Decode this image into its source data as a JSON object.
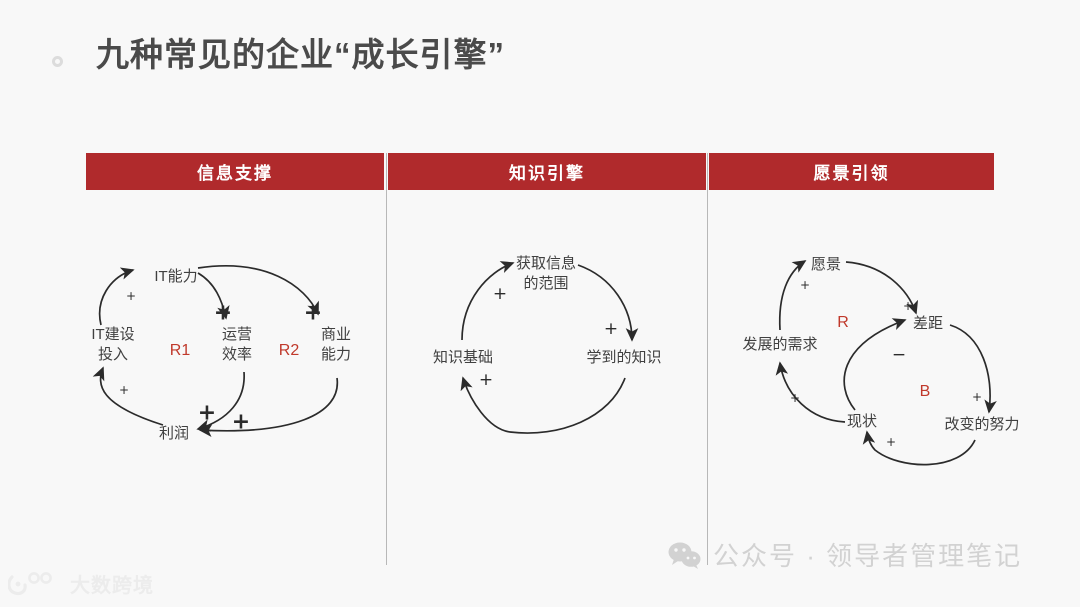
{
  "slide": {
    "title": "九种常见的企业“成长引擎”",
    "bullet_icon": "circle-outline-icon",
    "background_color": "#f8f8f8",
    "accent_color": "#b02a2c",
    "loop_label_color": "#c0392b"
  },
  "columns": [
    {
      "header": "信息支撑"
    },
    {
      "header": "知识引擎"
    },
    {
      "header": "愿景引领"
    }
  ],
  "diagrams": [
    {
      "name": "information-support-loop",
      "nodes": [
        {
          "id": "it-investment",
          "label": "IT建设\n投入"
        },
        {
          "id": "it-capability",
          "label": "IT能力"
        },
        {
          "id": "operation-efficiency",
          "label": "运营\n效率"
        },
        {
          "id": "business-capability",
          "label": "商业\n能力"
        },
        {
          "id": "profit",
          "label": "利润"
        }
      ],
      "loops": [
        {
          "id": "R1",
          "label": "R1"
        },
        {
          "id": "R2",
          "label": "R2"
        }
      ],
      "links": [
        {
          "from": "it-investment",
          "to": "it-capability",
          "sign": "+"
        },
        {
          "from": "it-capability",
          "to": "operation-efficiency",
          "sign": "+"
        },
        {
          "from": "it-capability",
          "to": "business-capability",
          "sign": "+"
        },
        {
          "from": "operation-efficiency",
          "to": "profit",
          "sign": "+"
        },
        {
          "from": "business-capability",
          "to": "profit",
          "sign": "+"
        },
        {
          "from": "profit",
          "to": "it-investment",
          "sign": "+"
        }
      ]
    },
    {
      "name": "knowledge-engine-loop",
      "nodes": [
        {
          "id": "knowledge-base",
          "label": "知识基础"
        },
        {
          "id": "info-scope",
          "label": "获取信息\n的范围"
        },
        {
          "id": "learned-knowledge",
          "label": "学到的知识"
        }
      ],
      "loops": [],
      "links": [
        {
          "from": "knowledge-base",
          "to": "info-scope",
          "sign": "+"
        },
        {
          "from": "info-scope",
          "to": "learned-knowledge",
          "sign": "+"
        },
        {
          "from": "learned-knowledge",
          "to": "knowledge-base",
          "sign": "+"
        }
      ]
    },
    {
      "name": "vision-leading-loop",
      "nodes": [
        {
          "id": "development-need",
          "label": "发展的需求"
        },
        {
          "id": "vision",
          "label": "愿景"
        },
        {
          "id": "gap",
          "label": "差距"
        },
        {
          "id": "current-state",
          "label": "现状"
        },
        {
          "id": "change-effort",
          "label": "改变的努力"
        }
      ],
      "loops": [
        {
          "id": "R",
          "label": "R"
        },
        {
          "id": "B",
          "label": "B"
        }
      ],
      "links": [
        {
          "from": "development-need",
          "to": "vision",
          "sign": "+"
        },
        {
          "from": "vision",
          "to": "gap",
          "sign": "+"
        },
        {
          "from": "gap",
          "to": "change-effort",
          "sign": "+"
        },
        {
          "from": "change-effort",
          "to": "current-state",
          "sign": "+"
        },
        {
          "from": "current-state",
          "to": "gap",
          "sign": "-"
        },
        {
          "from": "current-state",
          "to": "development-need",
          "sign": "+"
        }
      ]
    }
  ],
  "labels": {
    "d1": {
      "it_investment_1": "IT建设",
      "it_investment_2": "投入",
      "it_capability": "IT能力",
      "operation_1": "运营",
      "operation_2": "效率",
      "business_1": "商业",
      "business_2": "能力",
      "profit": "利润",
      "r1": "R1",
      "r2": "R2",
      "plus_invest_cap": "+",
      "plus_cap_ops": "+",
      "plus_cap_biz": "+",
      "plus_ops_profit": "+",
      "plus_biz_profit": "+",
      "plus_profit_invest": "+"
    },
    "d2": {
      "knowledge_base": "知识基础",
      "info_scope_1": "获取信息",
      "info_scope_2": "的范围",
      "learned": "学到的知识",
      "plus_base_scope": "+",
      "plus_scope_learned": "+",
      "plus_learned_base": "+"
    },
    "d3": {
      "development_need": "发展的需求",
      "vision": "愿景",
      "gap": "差距",
      "current_state": "现状",
      "change_effort": "改变的努力",
      "r": "R",
      "b": "B",
      "plus_need_vision": "+",
      "plus_vision_gap": "+",
      "minus_state_gap": "−",
      "plus_gap_effort": "+",
      "plus_effort_state": "+",
      "plus_state_need": "+"
    }
  },
  "watermarks": {
    "wechat_icon": "wechat-icon",
    "wechat_text": "公众号 · 领导者管理笔记",
    "brand_icon": "brand-mark-icon",
    "brand_text": "大数跨境"
  }
}
